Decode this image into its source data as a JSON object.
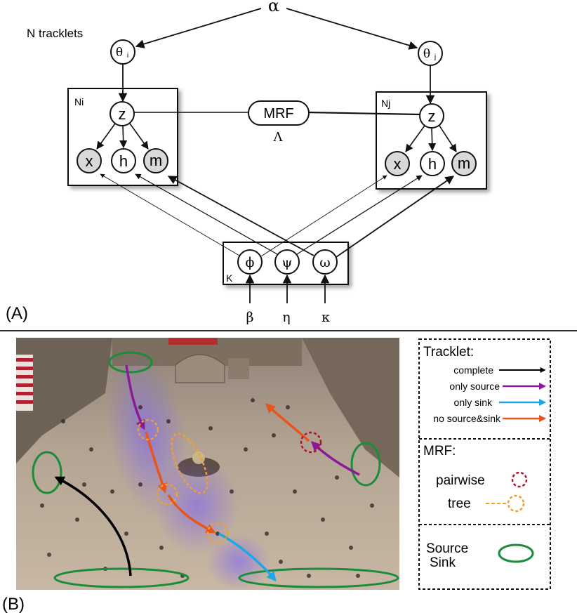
{
  "panel_a": {
    "label": "(A)",
    "n_tracklets": "N tracklets",
    "alpha": "α",
    "theta_i": "θ",
    "theta_i_sub": "i",
    "theta_j": "θ",
    "theta_j_sub": "j",
    "plate_left_label": "Ni",
    "plate_right_label": "Nj",
    "z": "z",
    "x": "x",
    "h": "h",
    "m": "m",
    "mrf": "MRF",
    "lambda": "Λ",
    "plate_k_label": "K",
    "phi": "ϕ",
    "psi": "ψ",
    "omega": "ω",
    "beta": "β",
    "eta": "η",
    "kappa": "κ"
  },
  "panel_b": {
    "label": "(B)",
    "legend": {
      "tracklet_title": "Tracklet:",
      "complete": "complete",
      "only_source": "only source",
      "only_sink": "only sink",
      "no_source_sink": "no source&sink",
      "mrf_title": "MRF:",
      "pairwise": "pairwise",
      "tree": "tree",
      "source": "Source",
      "sink": "Sink"
    },
    "colors": {
      "complete": "#000000",
      "only_source": "#8b1a9a",
      "only_sink": "#1ea7e6",
      "no_source_sink": "#e8541a",
      "pairwise": "#b0122a",
      "tree": "#f0a030",
      "source_sink": "#1a8c3a"
    }
  }
}
